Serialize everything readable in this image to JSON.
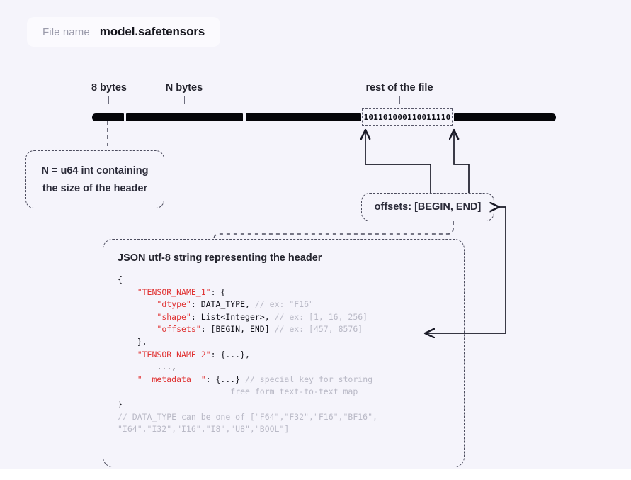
{
  "file": {
    "label": "File name",
    "value": "model.safetensors"
  },
  "ruler": {
    "segments": [
      {
        "caption": "8 bytes"
      },
      {
        "caption": "N bytes"
      },
      {
        "caption": "rest of the file"
      }
    ],
    "binary": "101101000110011110"
  },
  "callouts": {
    "n_bytes": {
      "line1": "N = u64 int containing",
      "line2": "the size of the header"
    },
    "offsets": "offsets: [BEGIN, END]"
  },
  "json_block": {
    "title": "JSON utf-8 string representing the header",
    "lines": [
      {
        "plain": "{"
      },
      {
        "indent": 1,
        "key": "\"TENSOR_NAME_1\"",
        "rest": ": {"
      },
      {
        "indent": 2,
        "key": "\"dtype\"",
        "rest": ": DATA_TYPE, ",
        "comment": "// ex: \"F16\""
      },
      {
        "indent": 2,
        "key": "\"shape\"",
        "rest": ": List<Integer>, ",
        "comment": "// ex: [1, 16, 256]"
      },
      {
        "indent": 2,
        "key": "\"offsets\"",
        "rest": ": [BEGIN, END] ",
        "comment": "// ex: [457, 8576]"
      },
      {
        "indent": 1,
        "plain": "},"
      },
      {
        "indent": 1,
        "key": "\"TENSOR_NAME_2\"",
        "rest": ": {...},"
      },
      {
        "indent": 2,
        "plain": "...,"
      },
      {
        "indent": 1,
        "key": "\"__metadata__\"",
        "rest": ": {...} ",
        "comment": "// special key for storing"
      },
      {
        "comment_only": "                       free form text-to-text map"
      },
      {
        "plain": "}"
      },
      {
        "comment_only": "// DATA_TYPE can be one of [\"F64\",\"F32\",\"F16\",\"BF16\","
      },
      {
        "comment_only": "\"I64\",\"I32\",\"I16\",\"I8\",\"U8\",\"BOOL\"]"
      }
    ]
  },
  "colors": {
    "background": "#f5f4fb",
    "bar": "#050509",
    "key_red": "#e03232",
    "comment_grey": "#b9b9c6",
    "text": "#24242e"
  }
}
